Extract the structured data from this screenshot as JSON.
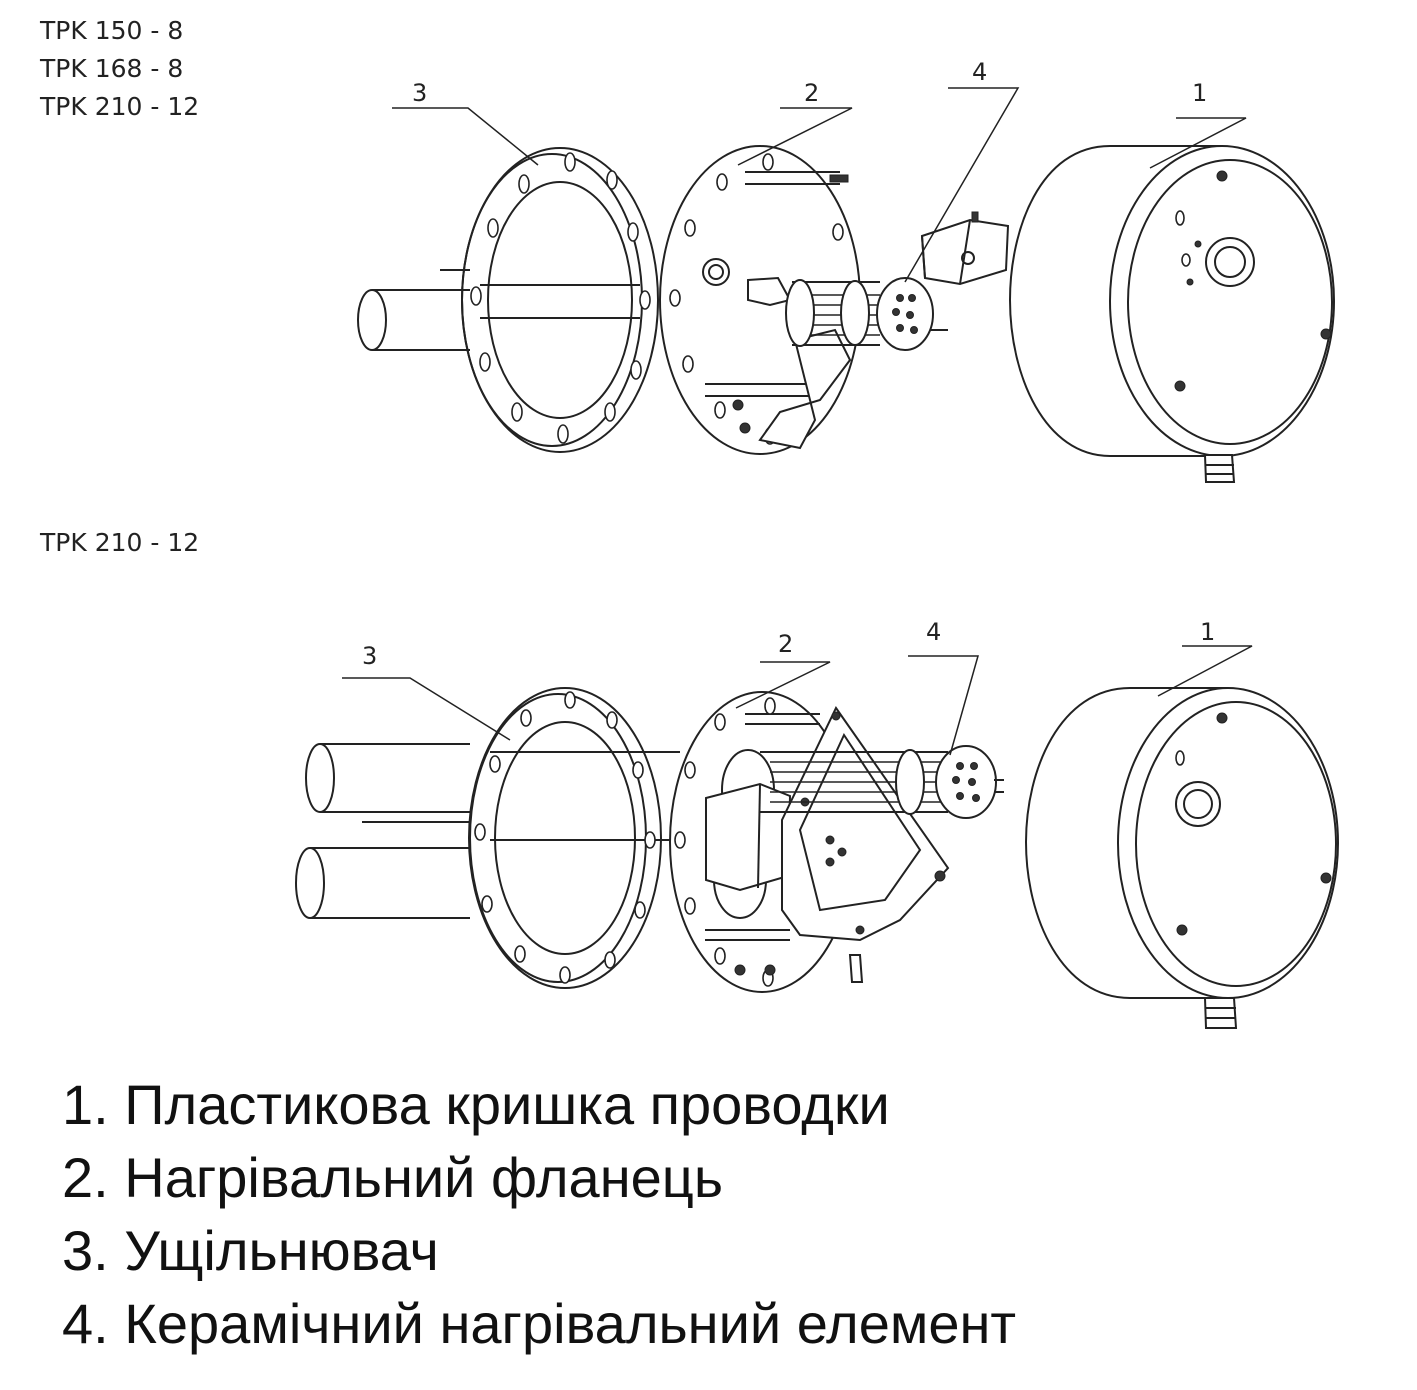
{
  "models_top": [
    "TPK 150 - 8",
    "TPK 168 - 8",
    "TPK 210 - 12"
  ],
  "model_bottom": "TPK 210 - 12",
  "callouts": {
    "top": {
      "c1": "1",
      "c2": "2",
      "c3": "3",
      "c4": "4"
    },
    "bottom": {
      "c1": "1",
      "c2": "2",
      "c3": "3",
      "c4": "4"
    }
  },
  "legend": [
    "1. Пластикова кришка проводки",
    "2. Нагрівальний фланець",
    "3. Ущільнювач",
    "4. Керамічний нагрівальний елемент"
  ]
}
